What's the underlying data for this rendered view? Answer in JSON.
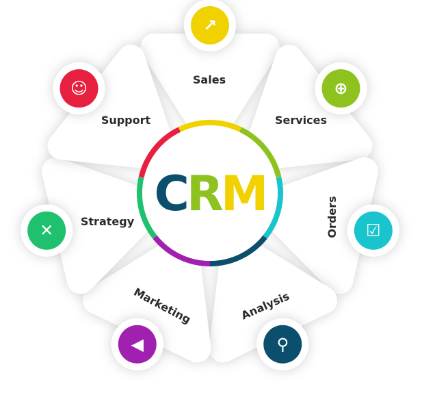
{
  "center": {
    "letters": [
      {
        "text": "C",
        "color": "#0b4f6c"
      },
      {
        "text": "R",
        "color": "#8dc21f"
      },
      {
        "text": "M",
        "color": "#f0d200"
      }
    ]
  },
  "segments": [
    {
      "label": "Sales",
      "icon": "chart-growth-icon",
      "color": "#f0d200",
      "angle": -90
    },
    {
      "label": "Services",
      "icon": "globe-hand-icon",
      "color": "#8dc21f",
      "angle": -38.6
    },
    {
      "label": "Orders",
      "icon": "clipboard-chart-icon",
      "color": "#19c4cc",
      "angle": 12.9
    },
    {
      "label": "Analysis",
      "icon": "chart-magnifier-icon",
      "color": "#0b4f6c",
      "angle": 64.3
    },
    {
      "label": "Marketing",
      "icon": "megaphone-icon",
      "color": "#a020b0",
      "angle": 115.7
    },
    {
      "label": "Strategy",
      "icon": "strategy-play-icon",
      "color": "#1fc06e",
      "angle": 167.1
    },
    {
      "label": "Support",
      "icon": "headset-agent-icon",
      "color": "#e8203f",
      "angle": -141.4
    }
  ]
}
